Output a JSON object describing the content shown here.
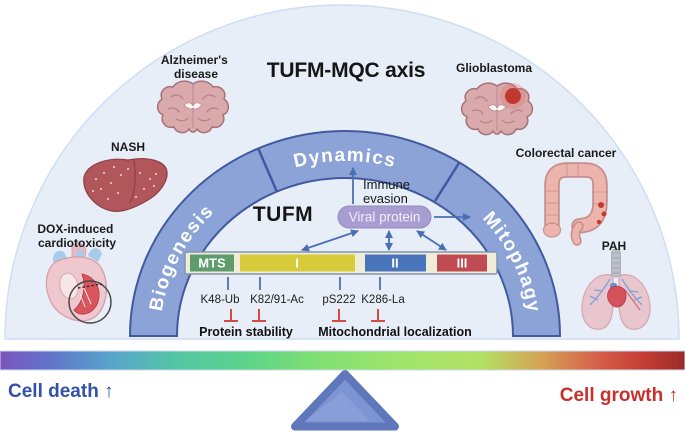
{
  "figure": {
    "title": "TUFM-MQC axis"
  },
  "colors": {
    "dome": "#e7eef8",
    "dome_border": "#cfdef2",
    "arch_band": "#8ba3d6",
    "arch_border": "#41599f",
    "fulcrum": "#7c94d2",
    "arrow_blue": "#4a6fb5",
    "inhibit_red": "#d14b45"
  },
  "arch": {
    "segments": [
      {
        "label": "Biogenesis"
      },
      {
        "label": "Dynamics"
      },
      {
        "label": "Mitophagy"
      }
    ]
  },
  "diseases": [
    {
      "id": "alzheimers",
      "icon": "brain-icon",
      "lines": [
        "Alzheimer's",
        "disease"
      ]
    },
    {
      "id": "nash",
      "icon": "liver-icon",
      "lines": [
        "NASH"
      ]
    },
    {
      "id": "dox-cardiotoxicity",
      "icon": "heart-icon",
      "lines": [
        "DOX-induced",
        "cardiotoxicity"
      ]
    },
    {
      "id": "glioblastoma",
      "icon": "brain-tumor-icon",
      "lines": [
        "Glioblastoma"
      ]
    },
    {
      "id": "colorectal",
      "icon": "colon-icon",
      "lines": [
        "Colorectal cancer"
      ]
    },
    {
      "id": "pah",
      "icon": "lungs-icon",
      "lines": [
        "PAH"
      ]
    }
  ],
  "protein": {
    "name": "TUFM",
    "domains": [
      {
        "label": "MTS",
        "color": "#5e9d6b"
      },
      {
        "label": "I",
        "color": "#d8cb3b"
      },
      {
        "label": "II",
        "color": "#4a75bd"
      },
      {
        "label": "III",
        "color": "#c04b52"
      }
    ],
    "bar_background": "#f1ecd8",
    "modifications": [
      {
        "label": "K48-Ub"
      },
      {
        "label": "K82/91-Ac"
      },
      {
        "label": "pS222"
      },
      {
        "label": "K286-La"
      }
    ],
    "effects": [
      {
        "label": "Protein stability"
      },
      {
        "label": "Mitochondrial localization"
      }
    ]
  },
  "viral": {
    "box_label": "Viral protein",
    "box_color": "#a89dd0",
    "pathway_lines": [
      "Immune",
      "evasion"
    ]
  },
  "scale": {
    "left_label": "Cell death ↑",
    "left_color": "#3351a7",
    "right_label": "Cell growth ↑",
    "right_color": "#c8302b",
    "gradient": [
      {
        "offset": "0%",
        "color": "#7d54bc"
      },
      {
        "offset": "7%",
        "color": "#6172c8"
      },
      {
        "offset": "16%",
        "color": "#58a4cc"
      },
      {
        "offset": "26%",
        "color": "#54c6a4"
      },
      {
        "offset": "36%",
        "color": "#5cd489"
      },
      {
        "offset": "46%",
        "color": "#7fdf74"
      },
      {
        "offset": "58%",
        "color": "#9ee56b"
      },
      {
        "offset": "70%",
        "color": "#b2e164"
      },
      {
        "offset": "79%",
        "color": "#d5a355"
      },
      {
        "offset": "87%",
        "color": "#d6604b"
      },
      {
        "offset": "94%",
        "color": "#c43c34"
      },
      {
        "offset": "100%",
        "color": "#9c2c2a"
      }
    ]
  }
}
